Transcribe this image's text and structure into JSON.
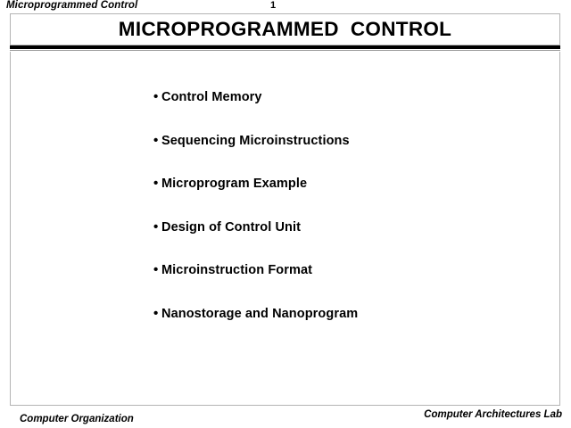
{
  "header": {
    "running_title": "Microprogrammed Control",
    "page_number": "1"
  },
  "slide": {
    "title": "MICROPROGRAMMED  CONTROL",
    "bullet_marker": "•",
    "bullets": [
      {
        "label": "Control Memory"
      },
      {
        "label": "Sequencing Microinstructions"
      },
      {
        "label": "Microprogram Example"
      },
      {
        "label": "Design of Control Unit"
      },
      {
        "label": "Microinstruction Format"
      },
      {
        "label": "Nanostorage and Nanoprogram"
      }
    ]
  },
  "footer": {
    "left": "Computer Organization",
    "right": "Computer Architectures Lab"
  },
  "colors": {
    "text": "#000000",
    "box_border": "#b4b4b4",
    "rule": "#000000",
    "background": "#ffffff"
  }
}
